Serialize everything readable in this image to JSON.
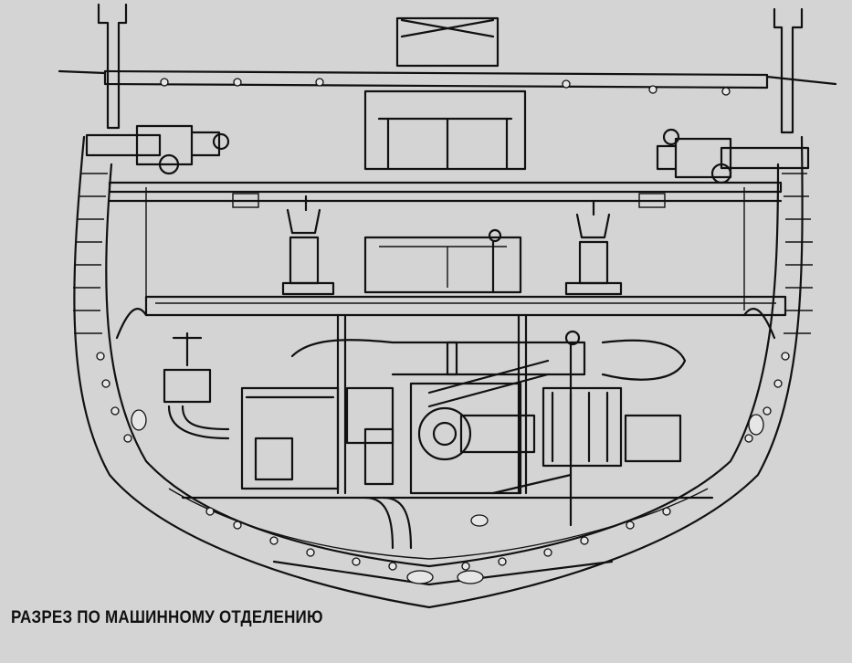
{
  "caption": "РАЗРЕЗ ПО МАШИННОМУ ОТДЕЛЕНИЮ",
  "colors": {
    "background": "#d4d4d4",
    "ink": "#111111",
    "paper": "#e6e6e6"
  },
  "icons": [
    "deck-gun-port",
    "deck-gun-starboard",
    "steam-engine",
    "engine-flywheel",
    "boiler-pipe"
  ]
}
